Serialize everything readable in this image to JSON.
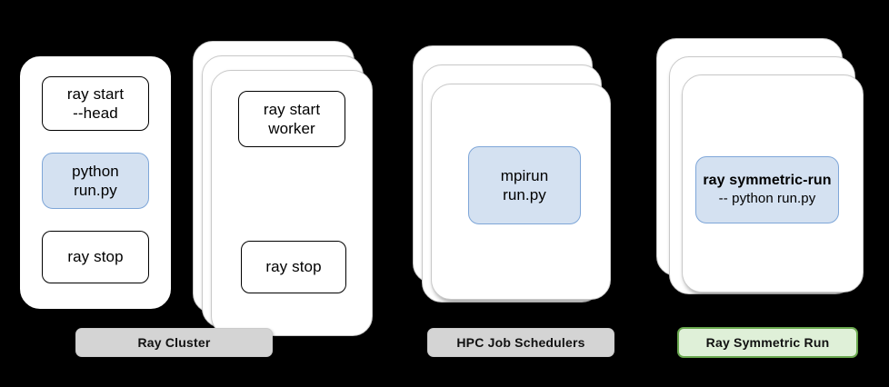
{
  "diagram": {
    "title": "Ray Cluster vs HPC Job Schedulers vs Ray Symmetric Run",
    "background_color": "#000000",
    "colors": {
      "card_fill": "#ffffff",
      "card_border": "#d8d8d8",
      "highlight_fill": "#d4e1f1",
      "highlight_border": "#7ea6d8",
      "label_grey_fill": "#d4d4d4",
      "label_green_fill": "#dff0d8",
      "label_green_border": "#6aa84f",
      "text": "#000000"
    }
  },
  "groups": [
    {
      "id": "ray-cluster",
      "label": "Ray Cluster",
      "label_style": "grey",
      "nodes": [
        {
          "id": "head-node",
          "stacked": false,
          "commands": [
            {
              "id": "ray-start-head",
              "style": "white",
              "lines": [
                "ray start",
                "--head"
              ]
            },
            {
              "id": "python-run",
              "style": "blue",
              "lines": [
                "python",
                "run.py"
              ]
            },
            {
              "id": "ray-stop-head",
              "style": "white",
              "lines": [
                "ray stop"
              ]
            }
          ]
        },
        {
          "id": "worker-nodes",
          "stacked": true,
          "stack_count": 3,
          "commands": [
            {
              "id": "ray-start-worker",
              "style": "white",
              "lines": [
                "ray start",
                "worker"
              ]
            },
            {
              "id": "ray-stop-worker",
              "style": "white",
              "lines": [
                "ray stop"
              ]
            }
          ]
        }
      ]
    },
    {
      "id": "hpc-job-schedulers",
      "label": "HPC Job Schedulers",
      "label_style": "grey",
      "nodes": [
        {
          "id": "hpc-nodes",
          "stacked": true,
          "stack_count": 3,
          "commands": [
            {
              "id": "mpirun-run",
              "style": "blue",
              "lines": [
                "mpirun",
                "run.py"
              ]
            }
          ]
        }
      ]
    },
    {
      "id": "ray-symmetric-run",
      "label": "Ray Symmetric Run",
      "label_style": "green",
      "nodes": [
        {
          "id": "symmetric-nodes",
          "stacked": true,
          "stack_count": 3,
          "commands": [
            {
              "id": "ray-symmetric-run-cmd",
              "style": "blue",
              "lines": [
                "ray symmetric-run",
                "-- python run.py"
              ],
              "line_styles": [
                "bold",
                "sub"
              ]
            }
          ]
        }
      ]
    }
  ],
  "text": {
    "ray_start_head_l1": "ray start",
    "ray_start_head_l2": "--head",
    "python_run_l1": "python",
    "python_run_l2": "run.py",
    "ray_stop_head": "ray stop",
    "ray_start_worker_l1": "ray start",
    "ray_start_worker_l2": "worker",
    "ray_stop_worker": "ray stop",
    "mpirun_l1": "mpirun",
    "mpirun_l2": "run.py",
    "symmetric_l1": "ray symmetric-run",
    "symmetric_l2": "-- python run.py",
    "label_ray_cluster": "Ray Cluster",
    "label_hpc": "HPC Job Schedulers",
    "label_symmetric": "Ray Symmetric Run"
  }
}
